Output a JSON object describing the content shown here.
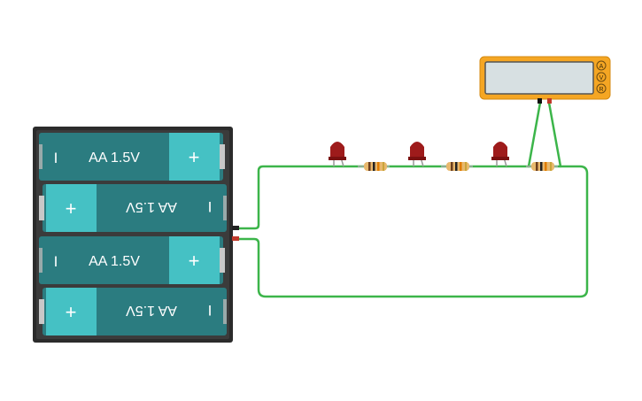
{
  "battery_pack": {
    "cells": [
      {
        "label": "AA 1.5V",
        "minus": "I",
        "plus": "+",
        "flipped": false
      },
      {
        "label": "AA 1.5V",
        "minus": "I",
        "plus": "+",
        "flipped": true
      },
      {
        "label": "AA 1.5V",
        "minus": "I",
        "plus": "+",
        "flipped": false
      },
      {
        "label": "AA 1.5V",
        "minus": "I",
        "plus": "+",
        "flipped": true
      }
    ]
  },
  "multimeter": {
    "display": "",
    "modes": [
      "A",
      "V",
      "R"
    ]
  },
  "components": {
    "leds": [
      {
        "color": "red"
      },
      {
        "color": "red"
      },
      {
        "color": "red"
      }
    ],
    "resistors": [
      {
        "bands": [
          "brown",
          "black",
          "orange",
          "gold"
        ]
      },
      {
        "bands": [
          "brown",
          "black",
          "orange",
          "gold"
        ]
      },
      {
        "bands": [
          "brown",
          "black",
          "orange",
          "gold"
        ]
      }
    ]
  },
  "colors": {
    "wire": "#3cb54a",
    "battery_body": "#2b7c80",
    "battery_cap": "#45c1c4",
    "holder": "#2b2b2b",
    "meter_frame": "#f5a623",
    "meter_screen": "#d7e0e2",
    "led": "#9e1b1b",
    "resistor_body": "#e8b86d"
  }
}
